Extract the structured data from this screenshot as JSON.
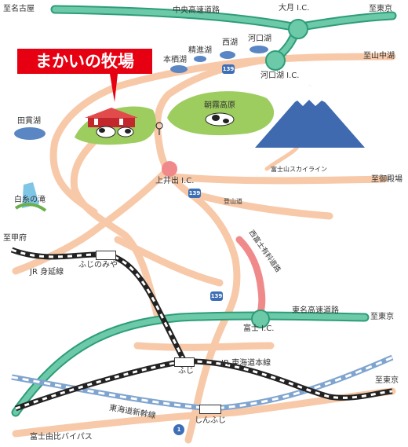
{
  "title": "まかいの牧場",
  "colors": {
    "road": "#f7c9a8",
    "expressway": "#4cb896",
    "expressway_edge": "#2e9c7a",
    "rail": "#222222",
    "shinkansen_track": "#7fa4cf",
    "lake": "#5a86c4",
    "grass": "#9dcc5f",
    "mountain": "#3f6ab0",
    "toll_road": "#f08a8a",
    "title_bg": "#e60012"
  },
  "labels": {
    "to_nagoya": "至名古屋",
    "chuo_expressway": "中央高速道路",
    "otsuki_ic": "大月 I.C.",
    "to_tokyo_north": "至東京",
    "nishiko": "西湖",
    "kawaguchiko": "河口湖",
    "shojiko": "精進湖",
    "motosuko": "本栖湖",
    "to_yamanakako": "至山中湖",
    "kawaguchiko_ic": "河口湖 I.C.",
    "asagiri_kogen": "朝霧高原",
    "tanukiko": "田貫湖",
    "fujisan_skyline": "富士山スカイライン",
    "to_gotemba": "至御殿場",
    "kamiide_ic": "上井出 I.C.",
    "tozando": "登山道",
    "shiraito_falls": "白糸の滝",
    "to_kofu": "至甲府",
    "nishi_fuji_toll_road": "西富士有料道路",
    "fujinomiya_station": "ふじのみや",
    "jr_minobu_line": "JR 身延線",
    "tomei_expressway": "東名高速道路",
    "to_tokyo_tomei": "至東京",
    "fuji_ic": "富士 I.C.",
    "fuji_station": "ふじ",
    "jr_tokaido_line": "JR 東海道本線",
    "to_tokyo_south": "至東京",
    "tokaido_shinkansen": "東海道新幹線",
    "shin_fuji_station": "しんふじ",
    "fuji_yui_bypass": "富士由比バイパス"
  },
  "route_shields": {
    "r139_top": "139",
    "r139_mid": "139",
    "r139_low": "139",
    "r1": "1"
  }
}
